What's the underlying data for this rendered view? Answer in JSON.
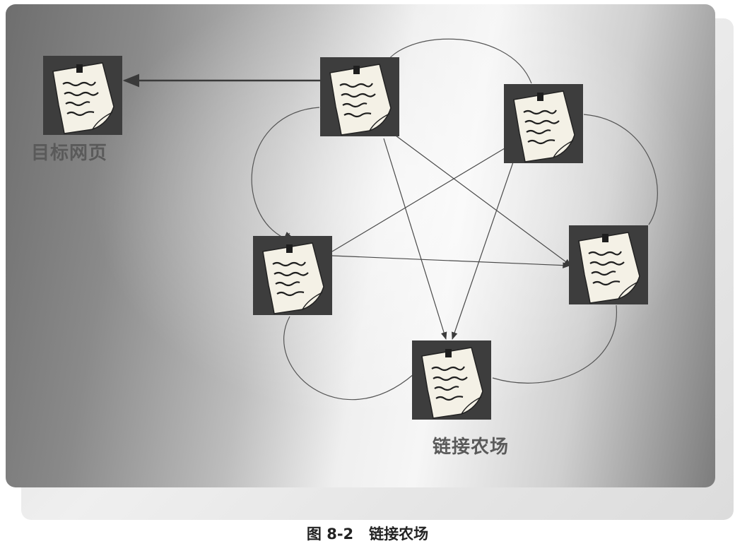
{
  "diagram": {
    "target_label": "目标网页",
    "farm_label": "链接农场",
    "caption": "图 8-2   链接农场"
  },
  "pages": [
    {
      "id": "target-page",
      "role": "target"
    },
    {
      "id": "farm-page-top",
      "role": "farm"
    },
    {
      "id": "farm-page-right",
      "role": "farm"
    },
    {
      "id": "farm-page-far-right",
      "role": "farm"
    },
    {
      "id": "farm-page-bottom",
      "role": "farm"
    },
    {
      "id": "farm-page-left",
      "role": "farm"
    }
  ],
  "links": [
    {
      "from": "farm-page-top",
      "to": "target-page"
    },
    {
      "from": "farm-page-top",
      "to": "farm-page-bottom"
    },
    {
      "from": "farm-page-top",
      "to": "farm-page-far-right"
    },
    {
      "from": "farm-page-right",
      "to": "farm-page-bottom"
    },
    {
      "from": "farm-page-right",
      "to": "farm-page-left"
    },
    {
      "from": "farm-page-left",
      "to": "farm-page-far-right"
    }
  ],
  "colors": {
    "page_tile": "#3d3d3d",
    "note_paper": "#f4f1e6",
    "link_line": "#4a4a4a"
  }
}
